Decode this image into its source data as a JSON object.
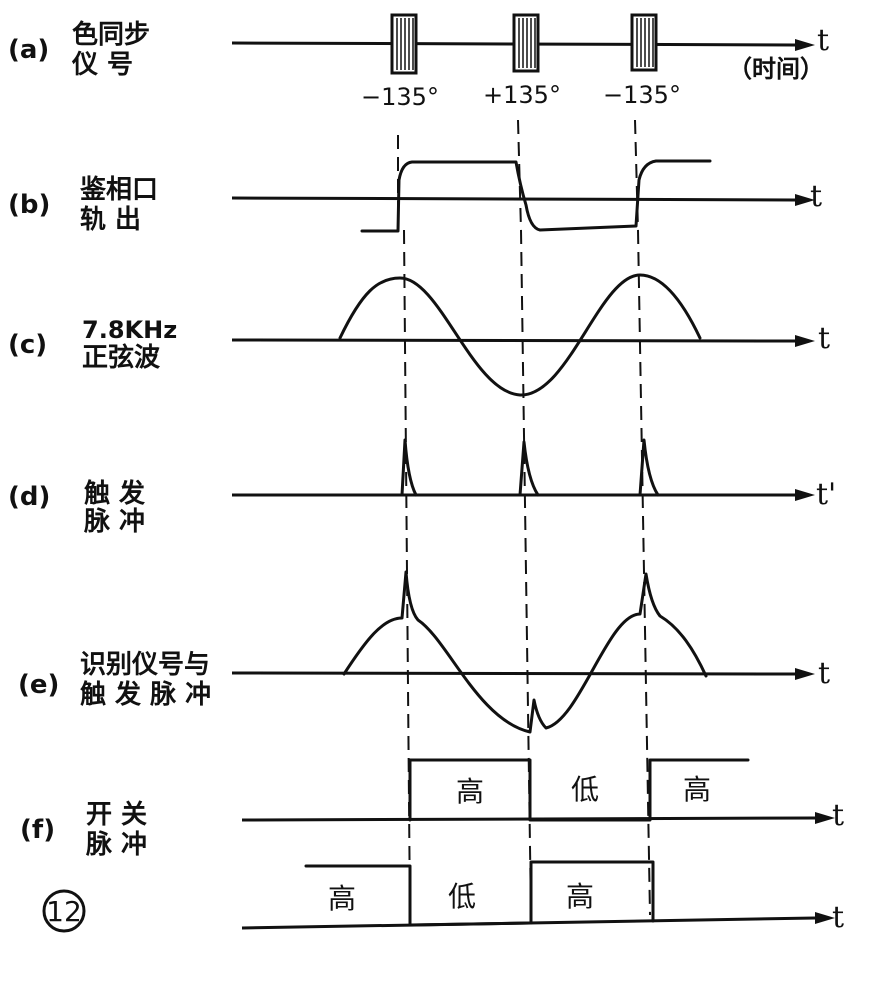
{
  "rows": [
    {
      "id": "a",
      "tag": "(a)",
      "line1": "色同步",
      "line2": "仪 号",
      "axis_label": "t",
      "extra": "（时间）"
    },
    {
      "id": "b",
      "tag": "(b)",
      "line1": "鉴相口",
      "line2": "轨 出",
      "axis_label": "t"
    },
    {
      "id": "c",
      "tag": "(c)",
      "line1": "7.8KHz",
      "line2": "正弦波",
      "axis_label": "t"
    },
    {
      "id": "d",
      "tag": "(d)",
      "line1": "触 发",
      "line2": "脉 冲",
      "axis_label": "t'"
    },
    {
      "id": "e",
      "tag": "(e)",
      "line1": "识别仪号与",
      "line2": "触 发 脉 冲",
      "axis_label": "t"
    },
    {
      "id": "f",
      "tag": "(f)",
      "line1": "开 关",
      "line2": "脉 冲",
      "axis_label": "t"
    },
    {
      "id": "g",
      "axis_label": "t"
    }
  ],
  "angles": [
    "−135°",
    "+135°",
    "−135°"
  ],
  "pulse_f_levels": [
    "高",
    "低",
    "高"
  ],
  "pulse_g_levels": [
    "高",
    "低",
    "高"
  ],
  "figure_number": "12"
}
